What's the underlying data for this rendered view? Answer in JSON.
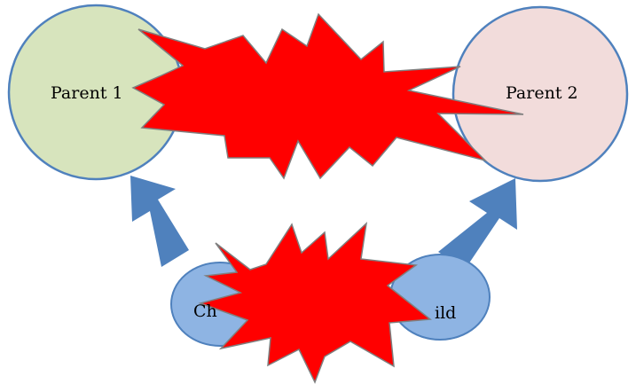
{
  "nodes": {
    "parent1": {
      "label": "Parent 1",
      "fill": "#d7e4bd",
      "stroke": "#4f81bd"
    },
    "parent2": {
      "label": "Parent 2",
      "fill": "#f2dcdb",
      "stroke": "#4f81bd"
    },
    "child": {
      "label_left": "Ch",
      "label_right": "ild",
      "fill": "#8eb4e3",
      "stroke": "#4f81bd"
    }
  },
  "arrows": {
    "color": "#4f81bd"
  },
  "explosions": {
    "fill": "#ff0000",
    "stroke": "#7f7f7f"
  }
}
